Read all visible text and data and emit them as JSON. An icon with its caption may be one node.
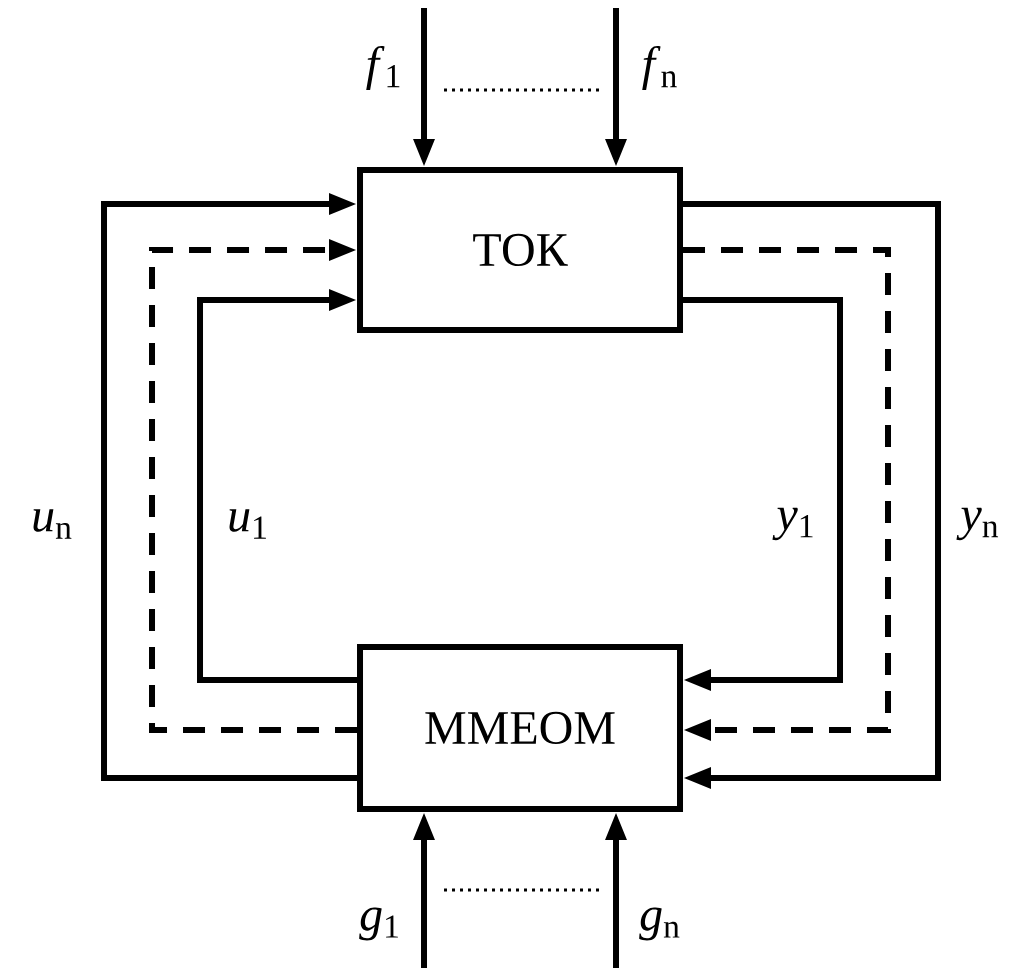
{
  "diagram": {
    "nodes": [
      {
        "text": [
          "ТОК"
        ]
      },
      {
        "text": [
          "MMEOM"
        ]
      }
    ],
    "edges": [
      {
        "from": 1,
        "to": 0,
        "arrow": "to",
        "label": "*u*$_{n}$"
      },
      {
        "from": 1,
        "to": 0,
        "arrow": "to",
        "style": "dashed"
      },
      {
        "from": 1,
        "to": 0,
        "arrow": "to",
        "label": "*u*$_{1}$"
      },
      {
        "from": 0,
        "to": 1,
        "arrow": "to",
        "label": "*y*$_{1}$"
      },
      {
        "from": 0,
        "to": 1,
        "arrow": "to",
        "style": "dashed"
      },
      {
        "from": 0,
        "to": 1,
        "arrow": "to",
        "label": "*y*$_{n}$"
      },
      {
        "from": null,
        "to": 0,
        "arrow": "to",
        "label": "*f*$_{1}$"
      },
      {
        "from": null,
        "to": 0,
        "arrow": "to",
        "label": "*f*$_{n}$"
      },
      {
        "from": null,
        "to": 1,
        "arrow": "to",
        "label": "*g*$_{1}$"
      },
      {
        "from": null,
        "to": 1,
        "arrow": "to",
        "label": "*g*$_{n}$"
      }
    ]
  }
}
